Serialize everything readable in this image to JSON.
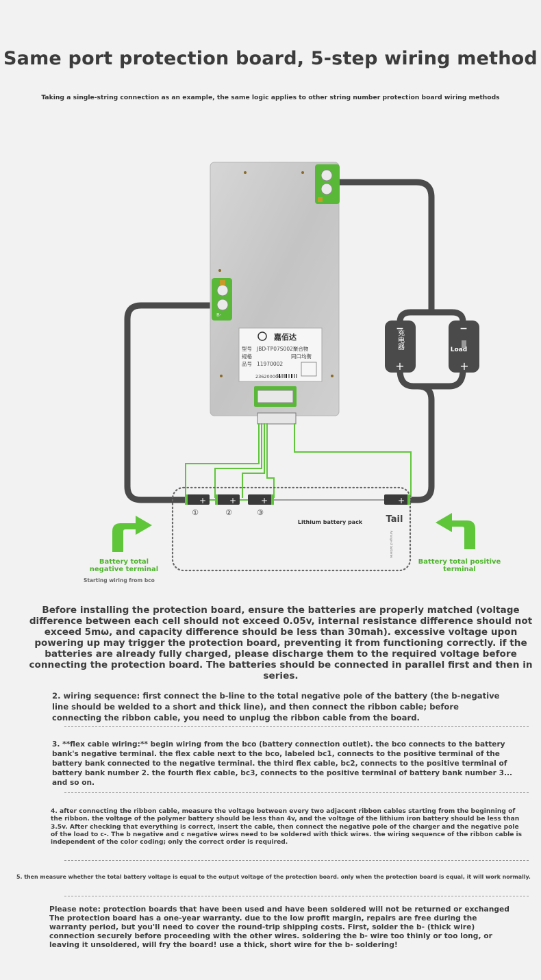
{
  "header": {
    "title": "Same port protection board, 5-step wiring method",
    "subtitle": "Taking a single-string connection as an example, the same logic applies to other string number protection board wiring methods"
  },
  "board": {
    "brand": "嘉佰达",
    "model_label": "型号",
    "model_value": "JBD-TP07S002聚合物",
    "spec_label": "规格",
    "spec_value": "同口均衡",
    "part_label": "品号",
    "part_value": "11970002",
    "serial": "236200006",
    "b_minus_marker": "B-"
  },
  "charger": {
    "label": "充电器",
    "minus": "−",
    "plus": "+"
  },
  "load": {
    "label": "Load",
    "minus": "−",
    "plus": "+"
  },
  "battery": {
    "pack_label": "Lithium battery pack",
    "tail_label": "Tail",
    "numbers": [
      "①",
      "②",
      "③"
    ],
    "cell_sign": "+",
    "tail_note": "Arrange of batteries"
  },
  "labels": {
    "negative_terminal": "Battery total negative terminal",
    "positive_terminal": "Battery total positive terminal",
    "start_wiring": "Starting wiring from bco"
  },
  "instructions": {
    "intro": "Before installing the protection board, ensure the batteries are properly matched (voltage difference between each cell should not exceed 0.05v, internal resistance difference should not exceed 5mω, and capacity difference should be less than 30mah). excessive voltage upon powering up may trigger the protection board, preventing it from functioning correctly. if the batteries are already fully charged, please discharge them to the required voltage before connecting the protection board. The batteries should be connected in parallel first and then in series.",
    "step2": "2. wiring sequence: first connect the b-line to the total negative pole of the battery (the b-negative line should be welded to a short and thick line), and then connect the ribbon cable; before connecting the ribbon cable, you need to unplug the ribbon cable from the board.",
    "step3": "3. **flex cable wiring:** begin wiring from the bco (battery connection outlet). the bco connects to the battery bank's negative terminal. the flex cable next to the bco, labeled bc1, connects to the positive terminal of the battery bank connected to the negative terminal. the third flex cable, bc2, connects to the positive terminal of battery bank number 2. the fourth flex cable, bc3, connects to the positive terminal of battery bank number 3... and so on.",
    "step4": "4. after connecting the ribbon cable, measure the voltage between every two adjacent ribbon cables starting from the beginning of the ribbon. the voltage of the polymer battery should be less than 4v, and the voltage of the lithium iron battery should be less than 3.5v. After checking that everything is correct, insert the cable, then connect the negative pole of the charger and the negative pole of the load to c-. The b negative and c negative wires need to be soldered with thick wires. the wiring sequence of the ribbon cable is independent of the color coding; only the correct order is required.",
    "step5": "5. then measure whether the total battery voltage is equal to the output voltage of the protection board. only when the protection board is equal, it will work normally.",
    "note": "Please note: protection boards that have been used and have been soldered will not be returned or exchanged\nThe protection board has a one-year warranty. due to the low profit margin, repairs are free during the warranty period, but you'll need to cover the round-trip shipping costs. First, solder the b- (thick wire) connection securely before proceeding with the other wires. soldering the b- wire too thinly or too long, or leaving it unsoldered, will fry the board! use a thick, short wire for the b- soldering!"
  },
  "colors": {
    "wire_dark": "#4a4a4a",
    "wire_green": "#5fc63a",
    "board_metal": "#c9c9c9",
    "pcb_green": "#59b838",
    "label_green": "#4fb32e"
  }
}
